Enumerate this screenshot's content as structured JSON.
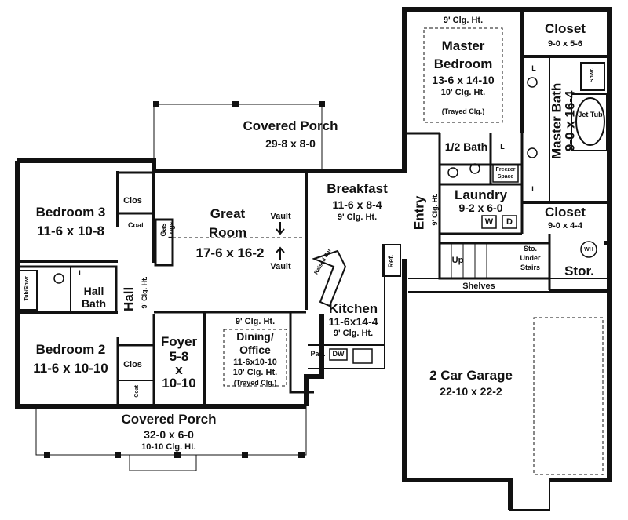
{
  "rooms": {
    "covered_porch_rear": {
      "name": "Covered Porch",
      "size": "29-8 x 8-0"
    },
    "bedroom3": {
      "name": "Bedroom 3",
      "size": "11-6 x 10-8"
    },
    "great_room": {
      "name1": "Great",
      "name2": "Room",
      "size": "17-6 x 16-2",
      "vault": "Vault"
    },
    "breakfast": {
      "name": "Breakfast",
      "size": "11-6 x 8-4",
      "ceiling": "9' Clg. Ht."
    },
    "entry": {
      "name": "Entry",
      "ceiling": "9' Clg. Ht."
    },
    "master_bedroom": {
      "ceiling_top": "9' Clg. Ht.",
      "name1": "Master",
      "name2": "Bedroom",
      "size": "13-6 x 14-10",
      "ceiling": "10' Clg. Ht.",
      "trayed": "(Trayed Clg.)"
    },
    "closet_top": {
      "name": "Closet",
      "size": "9-0 x 5-6"
    },
    "master_bath": {
      "name": "Master Bath",
      "size": "9-0 x 16-4",
      "jet_tub": "Jet Tub",
      "shower": "Shwr."
    },
    "half_bath": {
      "name": "1/2 Bath"
    },
    "laundry": {
      "name": "Laundry",
      "size": "9-2 x 6-0",
      "washer": "W",
      "dryer": "D"
    },
    "closet_bottom": {
      "name": "Closet",
      "size": "9-0 x 4-4"
    },
    "freezer": {
      "label1": "Freezer",
      "label2": "Space"
    },
    "stairs": {
      "up": "Up",
      "storage1": "Sto.",
      "storage2": "Under",
      "storage3": "Stairs"
    },
    "stor": {
      "name": "Stor.",
      "wh": "WH"
    },
    "shelves": {
      "name": "Shelves"
    },
    "hall": {
      "name": "Hall",
      "ceiling": "9' Clg. Ht."
    },
    "hall_bath": {
      "name1": "Hall",
      "name2": "Bath",
      "tub": "Tub/Shwr"
    },
    "kitchen": {
      "name": "Kitchen",
      "size": "11-6x14-4",
      "ceiling": "9' Clg. Ht.",
      "raised_bar": "Raised Bar",
      "ref": "Ref.",
      "pan": "Pan.",
      "dw": "DW"
    },
    "bedroom2": {
      "name": "Bedroom 2",
      "size": "11-6 x 10-10"
    },
    "foyer": {
      "name": "Foyer",
      "size1": "5-8",
      "x": "x",
      "size2": "10-10"
    },
    "dining": {
      "ceiling_top": "9' Clg. Ht.",
      "name1": "Dining/",
      "name2": "Office",
      "size": "11-6x10-10",
      "ceiling": "10' Clg. Ht.",
      "trayed": "(Trayed Clg.)"
    },
    "covered_porch_front": {
      "name": "Covered Porch",
      "size": "32-0 x 6-0",
      "ceiling": "10-10 Clg. Ht."
    },
    "garage": {
      "name": "2 Car Garage",
      "size": "22-10 x 22-2"
    },
    "gas_logs": {
      "label1": "Gas",
      "label2": "Logs"
    },
    "misc": {
      "clos": "Clos",
      "coat": "Coat",
      "l": "L"
    }
  }
}
